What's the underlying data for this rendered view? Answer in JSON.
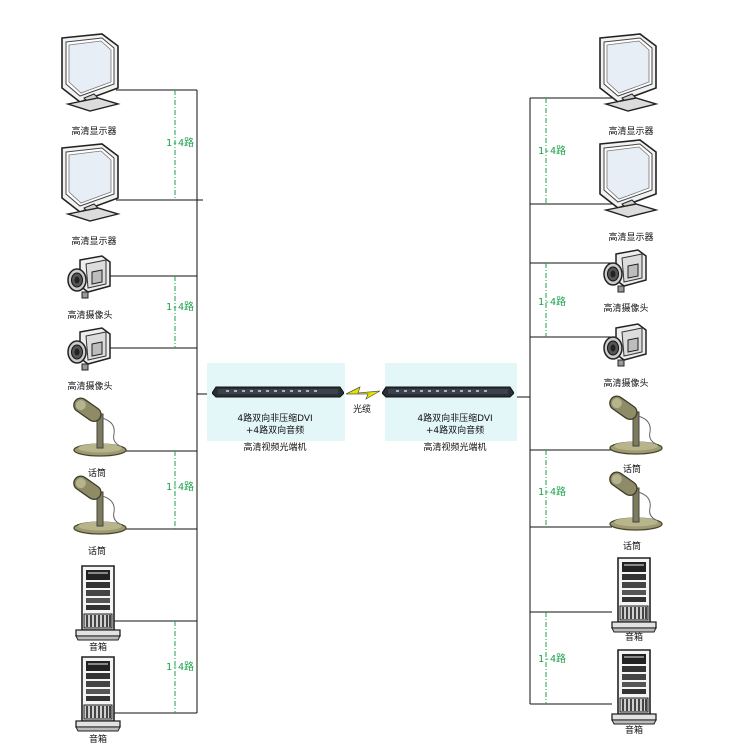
{
  "left_devices": [
    {
      "type": "monitor",
      "label": "高清显示器"
    },
    {
      "type": "monitor",
      "label": "高清显示器"
    },
    {
      "type": "camera",
      "label": "高清摄像头"
    },
    {
      "type": "camera",
      "label": "高清摄像头"
    },
    {
      "type": "mic",
      "label": "话筒"
    },
    {
      "type": "mic",
      "label": "话筒"
    },
    {
      "type": "speaker",
      "label": "音箱"
    },
    {
      "type": "speaker",
      "label": "音箱"
    }
  ],
  "right_devices": [
    {
      "type": "monitor",
      "label": "高清显示器"
    },
    {
      "type": "monitor",
      "label": "高清显示器"
    },
    {
      "type": "camera",
      "label": "高清摄像头"
    },
    {
      "type": "camera",
      "label": "高清摄像头"
    },
    {
      "type": "mic",
      "label": "话筒"
    },
    {
      "type": "mic",
      "label": "话筒"
    },
    {
      "type": "speaker",
      "label": "音箱"
    },
    {
      "type": "speaker",
      "label": "音箱"
    }
  ],
  "channel_label": "1-4路",
  "transceiver": {
    "line1": "4路双向非压缩DVI",
    "line2": "+4路双向音频",
    "name": "高清视频光端机"
  },
  "link_label": "光缆",
  "colors": {
    "channel_text": "#1aa04a",
    "panel_bg": "#e3f6f8",
    "device_dark": "#2a2e35"
  }
}
